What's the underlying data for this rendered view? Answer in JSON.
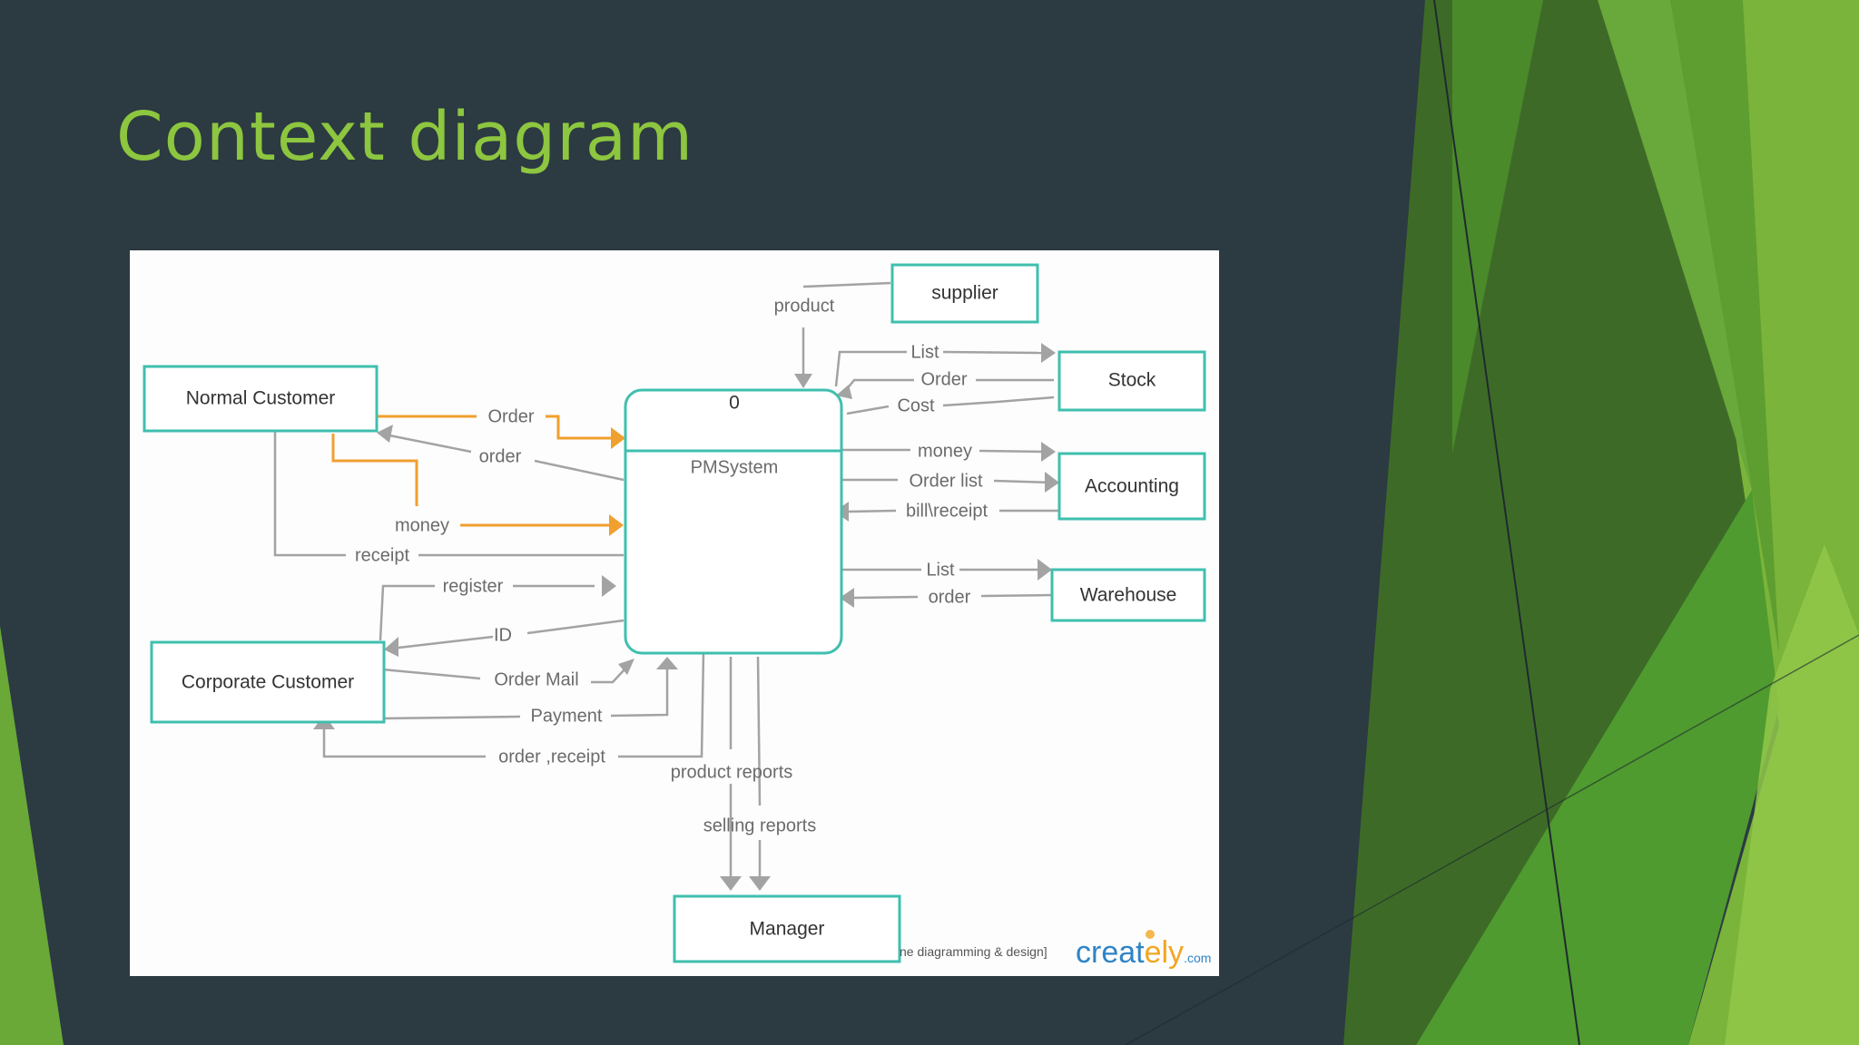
{
  "slide": {
    "title": "Context diagram",
    "colors": {
      "background": "#2c3a42",
      "title": "#8dc63f",
      "accent_green": "#8dc63f"
    }
  },
  "diagram": {
    "process": {
      "number": "0",
      "name": "PMSystem"
    },
    "entities": {
      "supplier": "supplier",
      "normal_customer": "Normal Customer",
      "stock": "Stock",
      "accounting": "Accounting",
      "warehouse": "Warehouse",
      "corporate_customer": "Corporate Customer",
      "manager": "Manager"
    },
    "flows": {
      "supplier_product": "product",
      "stock_list": "List",
      "stock_order": "Order",
      "stock_cost": "Cost",
      "acc_money": "money",
      "acc_order_list": "Order list",
      "acc_bill": "bill\\receipt",
      "wh_list": "List",
      "wh_order": "order",
      "nc_order_in": "Order",
      "nc_order_out": "order",
      "nc_money": "money",
      "nc_receipt": "receipt",
      "cc_register": "register",
      "cc_id": "ID",
      "cc_order_mail": "Order Mail",
      "cc_payment": "Payment",
      "cc_order_receipt": "order ,receipt",
      "mgr_product_reports": "product reports",
      "mgr_selling_reports": "selling reports"
    },
    "watermark": {
      "text": "ne diagramming & design]",
      "logo_main": "creat",
      "logo_y": "ely",
      "logo_com": ".com"
    },
    "colors": {
      "entity_border": "#3fbfae",
      "flow_gray": "#a3a3a3",
      "flow_orange": "#f0a02e"
    }
  }
}
